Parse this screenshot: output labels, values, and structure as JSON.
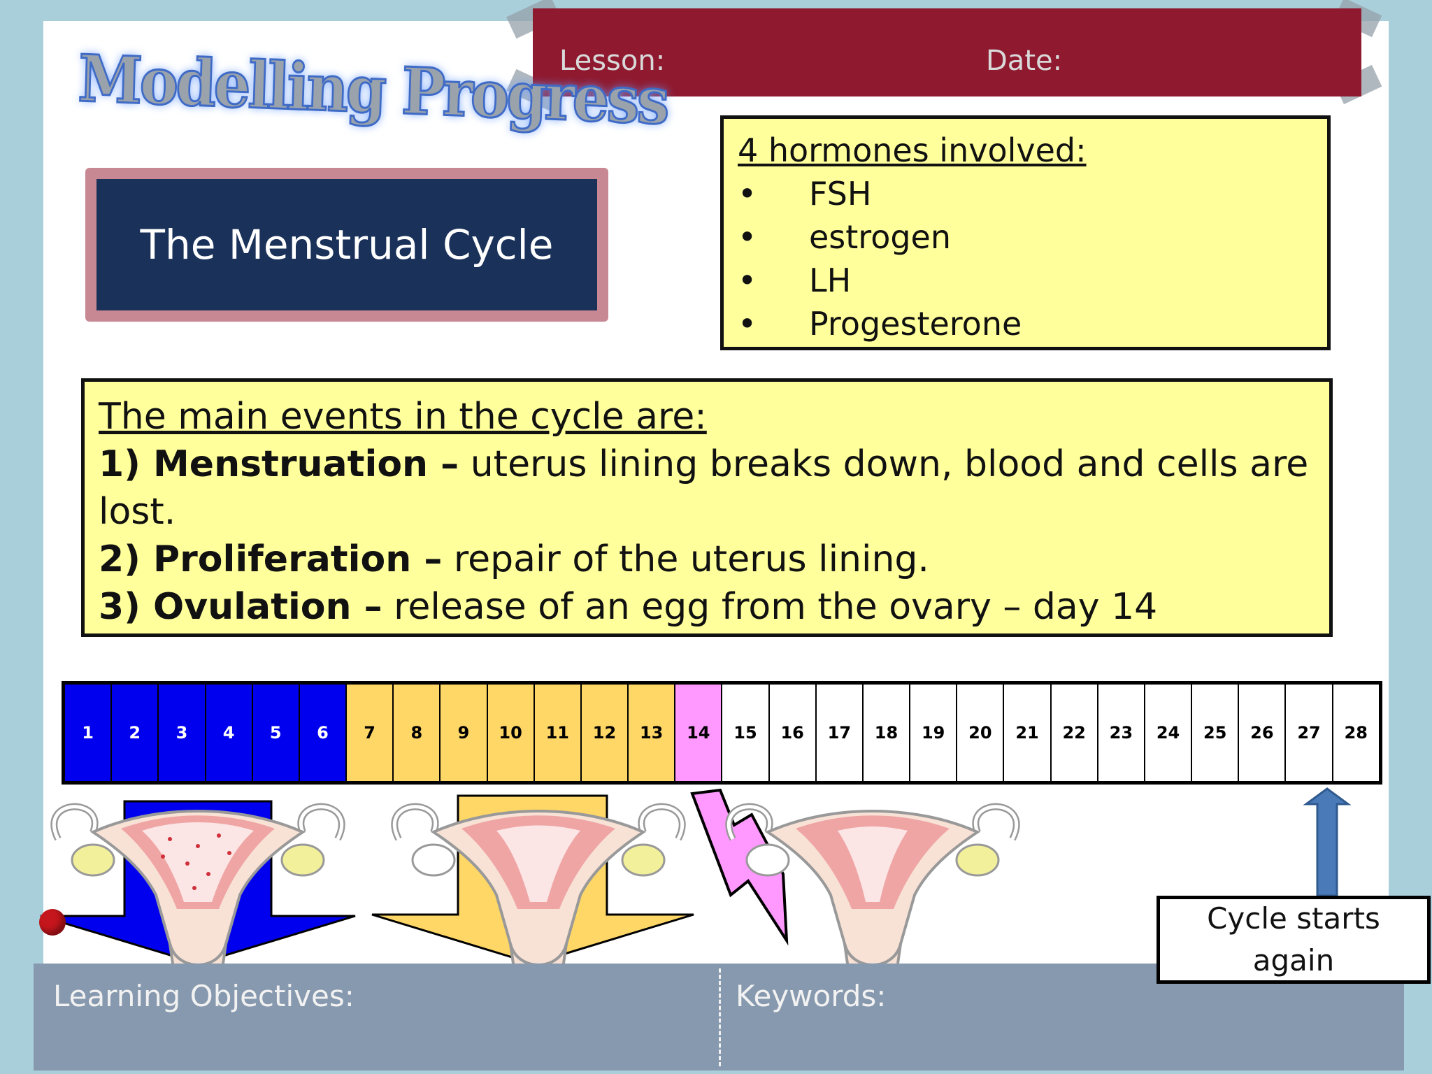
{
  "header": {
    "lesson_label": "Lesson:",
    "date_label": "Date:"
  },
  "logo_text": "Modelling Progress",
  "title": "The Menstrual Cycle",
  "hormones": {
    "heading": "4 hormones involved:",
    "items": [
      "FSH",
      "estrogen",
      "LH",
      "Progesterone"
    ]
  },
  "events": {
    "heading": "The main events in the cycle are:",
    "items": [
      {
        "lead": "1) Menstruation –",
        "text": " uterus lining breaks down, blood and cells are lost."
      },
      {
        "lead": "2) Proliferation –",
        "text": " repair of the uterus lining."
      },
      {
        "lead": "3) Ovulation –",
        "text": " release of an egg from the ovary – day 14"
      }
    ]
  },
  "timeline": {
    "days": [
      "1",
      "2",
      "3",
      "4",
      "5",
      "6",
      "7",
      "8",
      "9",
      "10",
      "11",
      "12",
      "13",
      "14",
      "15",
      "16",
      "17",
      "18",
      "19",
      "20",
      "21",
      "22",
      "23",
      "24",
      "25",
      "26",
      "27",
      "28"
    ],
    "phases": {
      "menstruation_days": [
        1,
        6
      ],
      "proliferation_days": [
        7,
        13
      ],
      "ovulation_day": 14
    },
    "colors": {
      "menstruation": "#0000ee",
      "proliferation": "#ffd766",
      "ovulation": "#ff99ff"
    }
  },
  "cycle_again": {
    "line1": "Cycle starts",
    "line2": "again"
  },
  "footer": {
    "objectives_label": "Learning Objectives:",
    "keywords_label": "Keywords:"
  },
  "icons": [
    "uterus-diagram-menstruation",
    "uterus-diagram-proliferation",
    "uterus-diagram-ovulation",
    "pushpin-icon",
    "arrow-up-icon"
  ]
}
